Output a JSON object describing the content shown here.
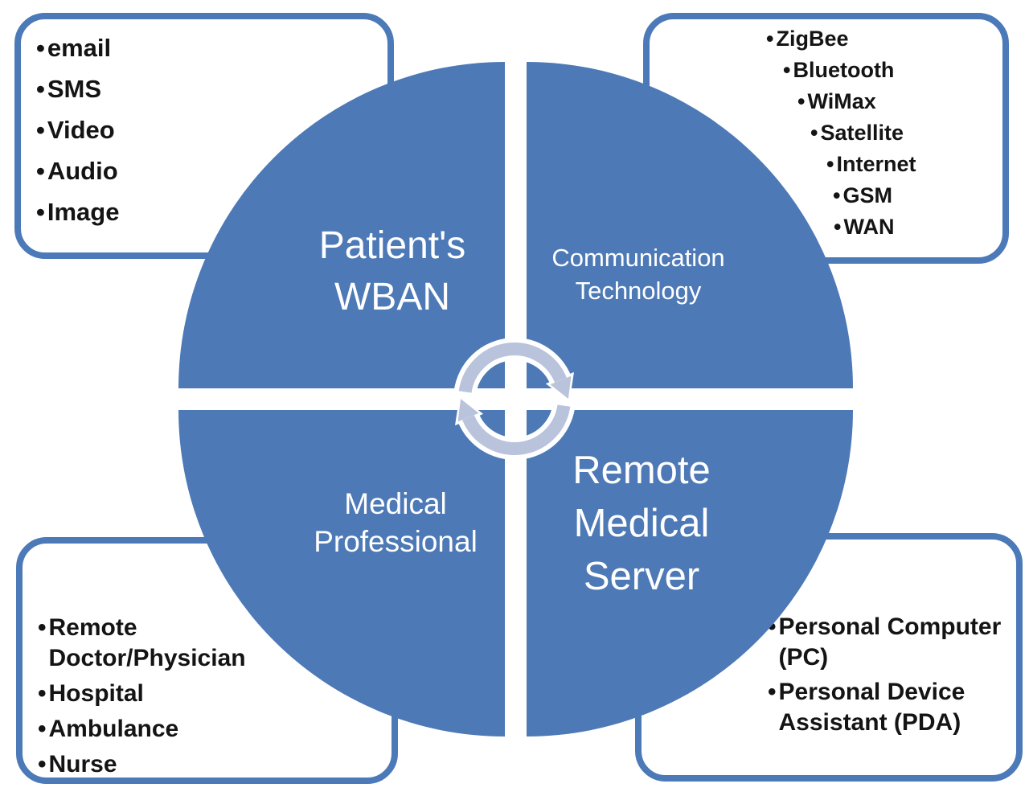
{
  "bullet_char": "•",
  "quadrants": {
    "top_left": {
      "label_lines": [
        "Patient's",
        "WBAN"
      ]
    },
    "top_right": {
      "label_lines": [
        "Communication",
        "Technology"
      ]
    },
    "bottom_left": {
      "label_lines": [
        "Medical",
        "Professional"
      ]
    },
    "bottom_right": {
      "label_lines": [
        "Remote",
        "Medical",
        "Server"
      ]
    }
  },
  "boxes": {
    "top_left": {
      "items": [
        "email",
        "SMS",
        "Video",
        "Audio",
        "Image"
      ]
    },
    "top_right": {
      "items": [
        "ZigBee",
        "Bluetooth",
        "WiMax",
        "Satellite",
        "Internet",
        "GSM",
        "WAN"
      ]
    },
    "bottom_left": {
      "items": [
        "Remote Doctor/Physician",
        "Hospital",
        "Ambulance",
        "Nurse"
      ]
    },
    "bottom_right": {
      "items": [
        "Personal Computer (PC)",
        "Personal Device Assistant (PDA)"
      ]
    }
  },
  "colors": {
    "quadrant_blue": "#4d79b6",
    "box_border_blue": "#4c7ab9",
    "arrow_fill": "#b9c3dc",
    "arrow_outline": "#ffffff",
    "label_text": "#ffffff",
    "item_text": "#141414"
  }
}
